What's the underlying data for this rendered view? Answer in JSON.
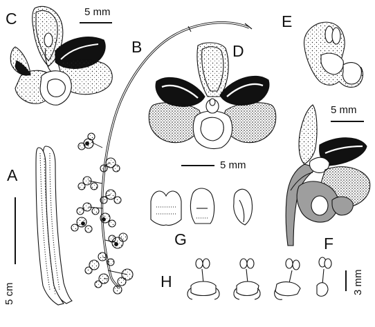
{
  "labels": {
    "A": "A",
    "B": "B",
    "C": "C",
    "D": "D",
    "E": "E",
    "F": "F",
    "G": "G",
    "H": "H"
  },
  "scale_bars": {
    "c": "5 mm",
    "d": "5 mm",
    "f": "5 mm",
    "a": "5 cm",
    "h": "3 mm"
  },
  "colors": {
    "ink": "#111111",
    "fill_gray": "#9e9e9e",
    "paper": "#ffffff"
  }
}
